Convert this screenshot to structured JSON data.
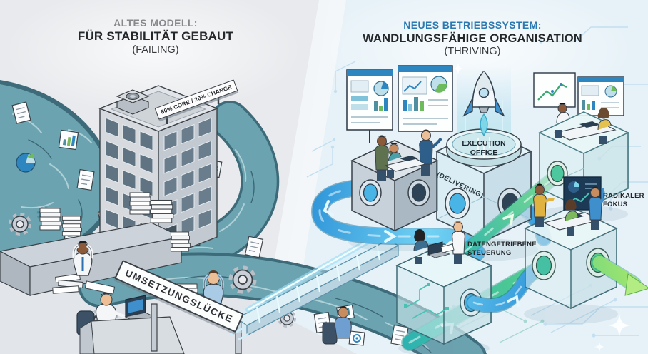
{
  "left": {
    "kicker": "ALTES MODELL:",
    "title": "FÜR STABILITÄT GEBAUT",
    "status": "(FAILING)",
    "banner": "80% CORE / 20% CHANGE",
    "sign": "UMSETZUNGSLÜCKE"
  },
  "right": {
    "kicker": "NEUES BETRIEBSSYSTEM:",
    "title": "WANDLUNGSFÄHIGE ORGANISATION",
    "status": "(THRIVING)",
    "hub_line1": "EXECUTION",
    "hub_line2": "OFFICE",
    "pipe_label": "(DELIVERING)",
    "data_line1": "DATENGETRIEBENE",
    "data_line2": "STEUERUNG",
    "focus_line1": "RADIKALER",
    "focus_line2": "FOKUS"
  },
  "colors": {
    "left_bg": "#e8eaed",
    "right_bg": "#e7f2f8",
    "kicker_gray": "#87898c",
    "accent_blue": "#2b79b2",
    "ink": "#25282b",
    "river_teal": "#6ba4b0",
    "river_edge": "#3d6b7a",
    "pipe_blue": "#39a9e0",
    "pipe_green": "#52cc8f",
    "building_gray": "#c9ced5"
  },
  "icons": [
    "rocket-icon",
    "gear-icon",
    "pie-chart-icon",
    "bar-chart-icon",
    "line-chart-icon",
    "document-icon",
    "sparkle-icon",
    "laptop-icon",
    "dashboard-icon"
  ]
}
